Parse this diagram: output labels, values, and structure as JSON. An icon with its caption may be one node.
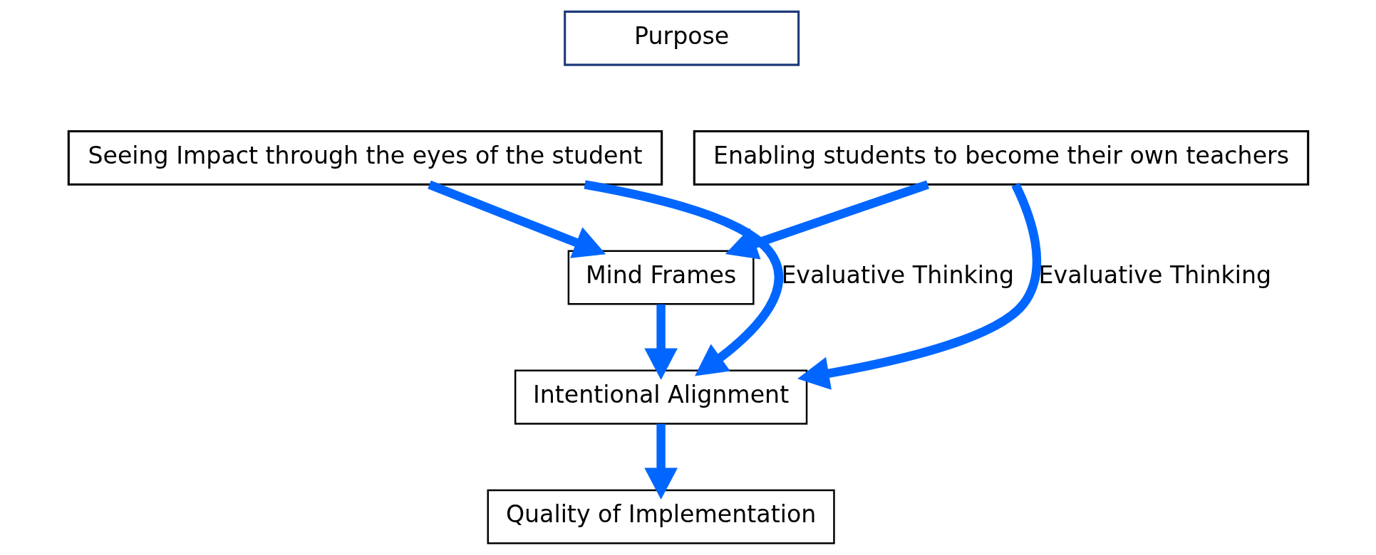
{
  "diagram": {
    "nodes": [
      {
        "text": [
          "Purpose"
        ]
      },
      {
        "text": [
          "Seeing Impact through the eyes of the student"
        ]
      },
      {
        "text": [
          "Enabling students to become their own teachers"
        ]
      },
      {
        "text": [
          "Mind Frames"
        ]
      },
      {
        "text": [
          "Intentional Alignment"
        ]
      },
      {
        "text": [
          "Quality of Implementation"
        ]
      }
    ],
    "edges": [
      {
        "from": 1,
        "to": 3,
        "arrow": "to"
      },
      {
        "from": 2,
        "to": 3,
        "arrow": "to"
      },
      {
        "from": 3,
        "to": 4,
        "arrow": "to"
      },
      {
        "from": 4,
        "to": 5,
        "arrow": "to"
      },
      {
        "from": 1,
        "to": 4,
        "arrow": "to",
        "label": "Evaluative Thinking"
      },
      {
        "from": 2,
        "to": 4,
        "arrow": "to",
        "label": "Evaluative Thinking"
      }
    ]
  }
}
